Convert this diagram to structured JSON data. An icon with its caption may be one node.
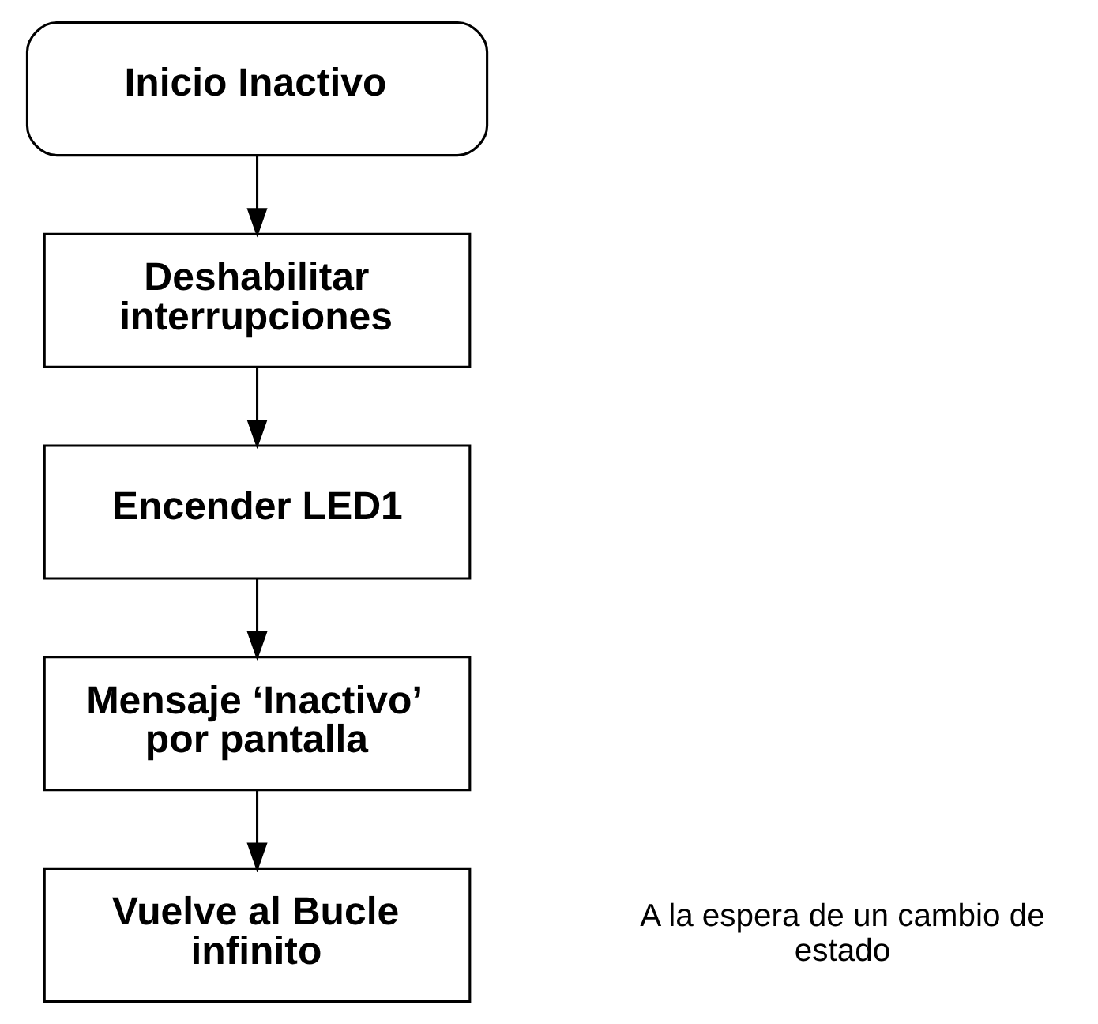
{
  "diagram": {
    "nodes": [
      {
        "text": [
          "Inicio Inactivo"
        ]
      },
      {
        "text": [
          "Deshabilitar interrupciones"
        ]
      },
      {
        "text": [
          "Encender LED1"
        ]
      },
      {
        "text": [
          "Mensaje ‘Inactivo’ por pantalla"
        ]
      },
      {
        "text": [
          "Vuelve al Bucle infinito"
        ]
      }
    ],
    "edges": [
      {
        "from": 0,
        "to": 1,
        "arrow": "to"
      },
      {
        "from": 1,
        "to": 2,
        "arrow": "to"
      },
      {
        "from": 2,
        "to": 3,
        "arrow": "to"
      },
      {
        "from": 3,
        "to": 4,
        "arrow": "to"
      }
    ],
    "labels": [
      "A la espera de un cambio de estado"
    ]
  }
}
